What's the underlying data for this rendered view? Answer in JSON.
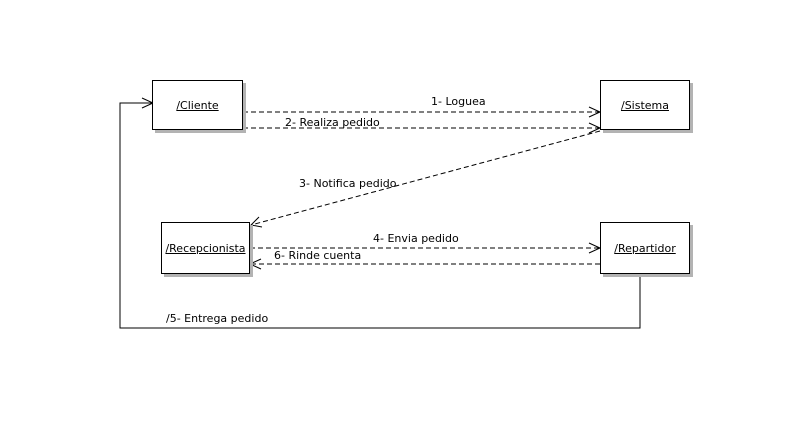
{
  "objects": {
    "cliente": "/Cliente",
    "sistema": "/Sistema",
    "recepcionista": "/Recepcionista",
    "repartidor": "/Repartidor"
  },
  "messages": {
    "m1": "1- Loguea",
    "m2": "2- Realiza pedido",
    "m3": "3- Notifica pedido",
    "m4": "4- Envia pedido",
    "m5": "/5- Entrega pedido",
    "m6": "6- Rinde cuenta"
  },
  "colors": {
    "line": "#000000",
    "shadow": "#b3b3b3",
    "background": "#ffffff"
  }
}
